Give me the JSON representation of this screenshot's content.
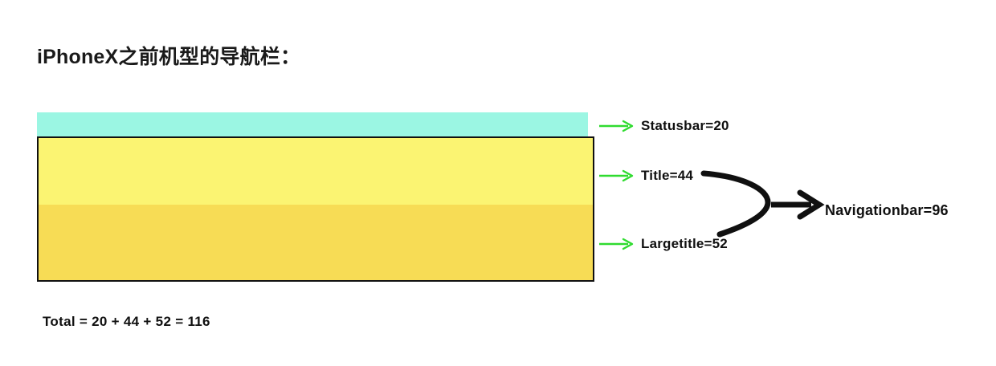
{
  "page": {
    "title": "iPhoneX之前机型的导航栏：",
    "background_color": "#ffffff"
  },
  "diagram": {
    "type": "stacked-bar-annotation",
    "bands": [
      {
        "key": "statusbar",
        "name": "Statusbar",
        "value": 20,
        "color": "#9BF6E3",
        "label": "Statusbar=20"
      },
      {
        "key": "title",
        "name": "Title",
        "value": 44,
        "color": "#FBF472",
        "label": "Title=44"
      },
      {
        "key": "largetitle",
        "name": "Largetitle",
        "value": 52,
        "color": "#F7DC55",
        "label": "Largetitle=52"
      }
    ],
    "grouped": {
      "key": "navigationbar",
      "name": "Navigationbar",
      "value": 96,
      "label": "Navigationbar=96",
      "members": [
        "title",
        "largetitle"
      ]
    },
    "arrow_color": "#2FDB2F",
    "brace_color": "#101010",
    "border_color": "#101010"
  },
  "total": {
    "text": "Total = 20 + 44 + 52 = 116",
    "value": 116,
    "addends": [
      20,
      44,
      52
    ]
  },
  "icons": {
    "callout_arrow": "arrow-right-icon",
    "brace": "curly-brace-icon",
    "merge_arrow": "arrow-right-bold-icon"
  }
}
